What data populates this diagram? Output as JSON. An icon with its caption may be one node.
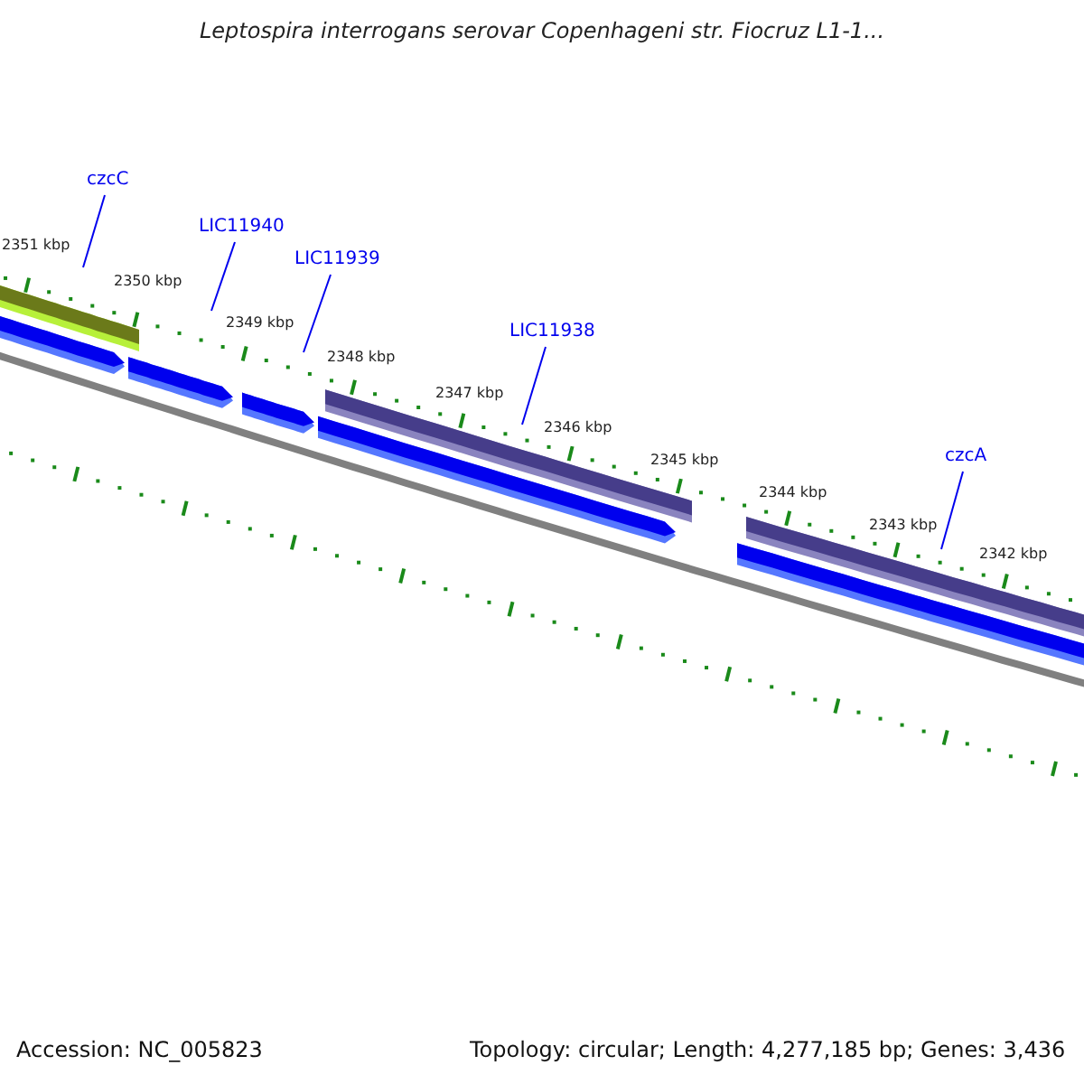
{
  "diagram": {
    "title": "Leptospira interrogans serovar Copenhageni str. Fiocruz L1-1...",
    "nodes": [
      {
        "text": [
          "czcC"
        ]
      },
      {
        "text": [
          "LIC11940"
        ]
      },
      {
        "text": [
          "LIC11939"
        ]
      },
      {
        "text": [
          "LIC11938"
        ]
      },
      {
        "text": [
          "czcA"
        ]
      }
    ],
    "edges": [
      {
        "from": 0,
        "to": null,
        "arrow": "none"
      },
      {
        "from": 1,
        "to": null,
        "arrow": "none"
      },
      {
        "from": 2,
        "to": null,
        "arrow": "none"
      },
      {
        "from": 3,
        "to": null,
        "arrow": "none"
      },
      {
        "from": 4,
        "to": null,
        "arrow": "none"
      }
    ],
    "labels": [
      "2351 kbp",
      "2350 kbp",
      "2349 kbp",
      "2348 kbp",
      "2347 kbp",
      "2346 kbp",
      "2345 kbp",
      "2344 kbp",
      "2343 kbp",
      "2342 kbp",
      "Accession: NC_005823",
      "Topology: circular; Length: 4,277,185 bp; Genes: 3,436"
    ]
  }
}
